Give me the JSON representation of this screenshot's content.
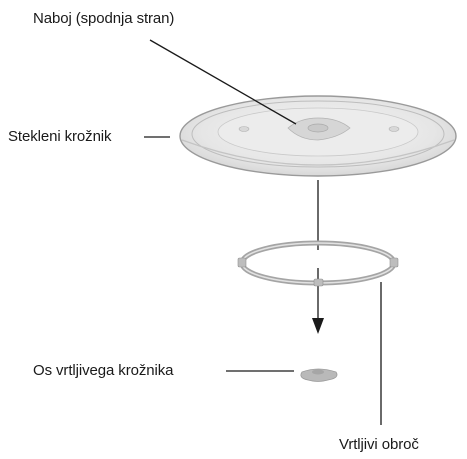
{
  "diagram": {
    "labels": {
      "hub": "Naboj (spodnja stran)",
      "glass_plate": "Stekleni krožnik",
      "turntable_shaft": "Os vrtljivega krožnika",
      "roller_ring": "Vrtljivi obroč"
    },
    "colors": {
      "line": "#1a1a1a",
      "plate_fill": "#e9e9e9",
      "plate_edge": "#9a9a9a",
      "ring_stroke": "#a5a5a5",
      "shaft_fill": "#b9b9b9"
    }
  }
}
